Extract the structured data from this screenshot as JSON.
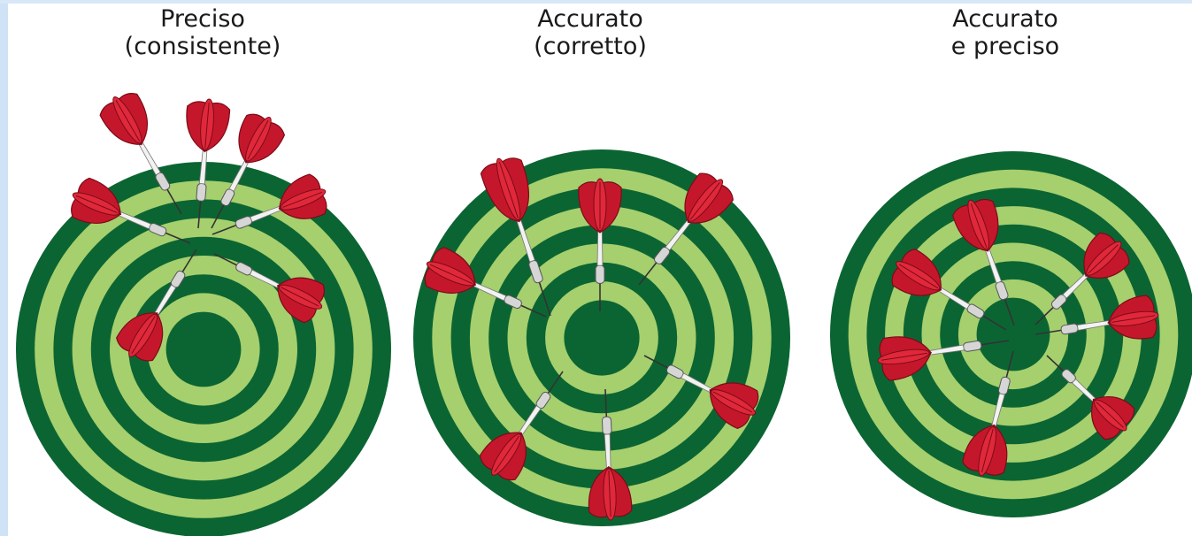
{
  "colors": {
    "dark_ring": "#0b6532",
    "light_ring": "#a6cf6e",
    "flight": "#c5172b",
    "flight_dark": "#7a0c18",
    "barrel": "#d6d6d6",
    "edge_strip": "#cfe2f6"
  },
  "panels": [
    {
      "id": "precise",
      "title_line1": "Preciso",
      "title_line2": "(consistente)"
    },
    {
      "id": "accurate",
      "title_line1": "Accurato",
      "title_line2": "(corretto)"
    },
    {
      "id": "accurate-precise",
      "title_line1": "Accurato",
      "title_line2": "e preciso"
    }
  ]
}
